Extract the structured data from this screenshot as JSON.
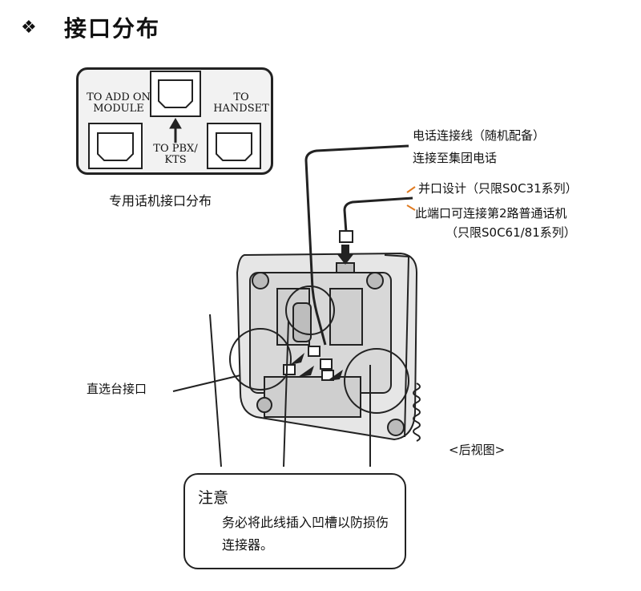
{
  "header": {
    "bullet": "❖",
    "title": "接口分布"
  },
  "panel": {
    "jacks": [
      {
        "label": "TO ADD ON\nMODULE"
      },
      {
        "label": "TO PBX/\nKTS"
      },
      {
        "label": "TO\nHANDSET"
      }
    ],
    "caption": "专用话机接口分布"
  },
  "labels": {
    "cord_line1": "电话连接线（随机配备）",
    "cord_line2": "连接至集团电话",
    "parallel_line1": "并口设计（只限S0C31系列）",
    "parallel_line2": "此端口可连接第2路普通话机",
    "parallel_line3": "（只限S0C61/81系列）",
    "dss_port": "直选台接口",
    "rear_view": "<后视图>"
  },
  "note": {
    "title": "注意",
    "body": "务必将此线插入凹槽以防损伤连接器。"
  }
}
